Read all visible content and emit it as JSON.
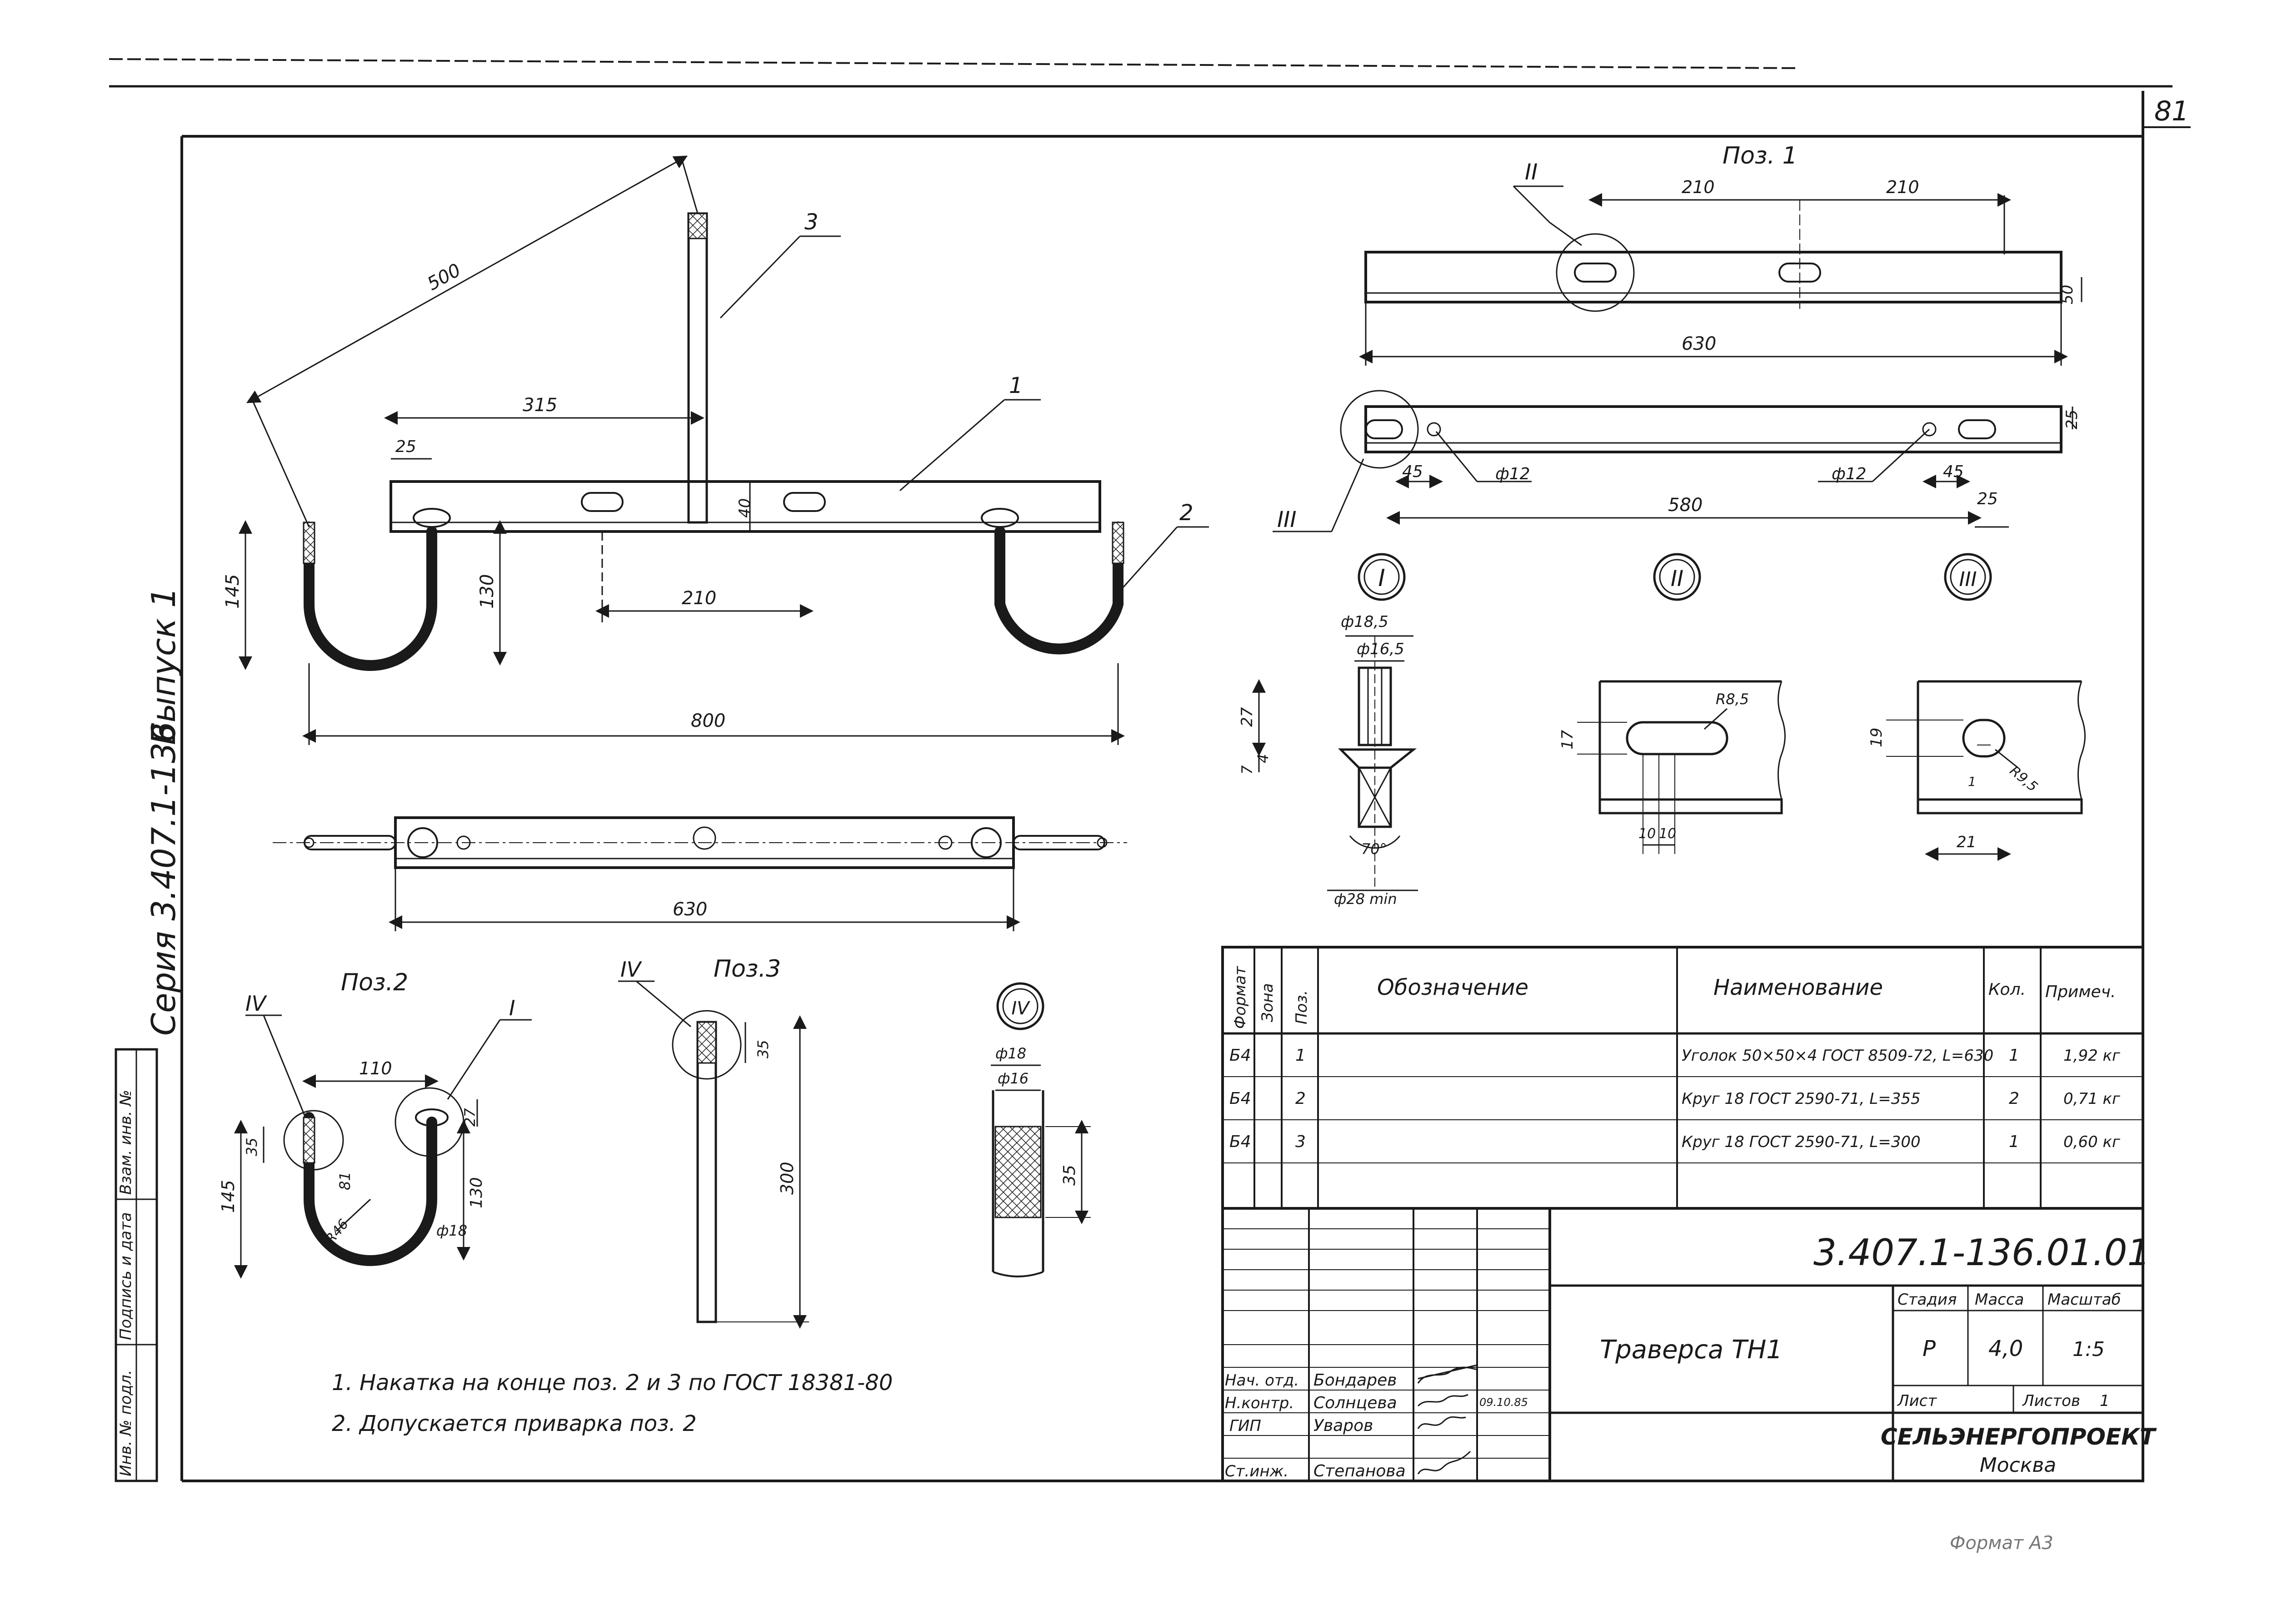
{
  "sheet": {
    "page_number": "81",
    "side_series": "Серия 3.407.1-136",
    "side_issue": "Выпуск 1",
    "side_stamp": [
      "Инв. № подл.",
      "Подпись и дата",
      "Взам. инв. №"
    ]
  },
  "main_view": {
    "dims": {
      "d500": "500",
      "d315": "315",
      "d25": "25",
      "d40": "40",
      "d145": "145",
      "d130": "130",
      "d210": "210",
      "d800": "800"
    },
    "callouts": {
      "c1": "1",
      "c2": "2",
      "c3": "3"
    }
  },
  "plan_view": {
    "d630": "630"
  },
  "poz1": {
    "title": "Поз. 1",
    "dims": {
      "d210a": "210",
      "d210b": "210",
      "d630": "630",
      "d50": "50",
      "d25a": "25",
      "d45a": "45",
      "d45b": "45",
      "phi12a": "ф12",
      "phi12b": "ф12",
      "d580": "580",
      "d25b": "25"
    },
    "callouts": {
      "II": "II",
      "III": "III"
    }
  },
  "detail_I": {
    "label": "I",
    "dims": {
      "phi185": "ф18,5",
      "phi165": "ф16,5",
      "d27": "27",
      "d7": "7",
      "d4": "4",
      "angle": "70°",
      "phi28": "ф28 min"
    }
  },
  "detail_II": {
    "label": "II",
    "dims": {
      "d17": "17",
      "r85": "R8,5",
      "d10a": "10",
      "d10b": "10"
    }
  },
  "detail_III": {
    "label": "III",
    "dims": {
      "d19": "19",
      "r95": "R9,5",
      "d1": "1",
      "d21": "21"
    }
  },
  "poz2": {
    "title": "Поз.2",
    "dims": {
      "d110": "110",
      "d35": "35",
      "d145": "145",
      "d81": "81",
      "d27": "27",
      "d130": "130",
      "r46": "R46",
      "phi18": "ф18"
    },
    "callouts": {
      "IV": "IV",
      "I": "I"
    }
  },
  "poz3": {
    "title": "Поз.3",
    "dims": {
      "d35": "35",
      "d300": "300"
    },
    "callouts": {
      "IV": "IV"
    }
  },
  "detail_IV": {
    "label": "IV",
    "dims": {
      "phi18": "ф18",
      "phi16": "ф16",
      "d35": "35"
    }
  },
  "notes": [
    "1. Накатка на конце поз. 2 и 3 по ГОСТ 18381-80",
    "2. Допускается приварка поз. 2"
  ],
  "spec_table": {
    "headers": {
      "format": "Формат",
      "zone": "Зона",
      "pos": "Поз.",
      "designation": "Обозначение",
      "name": "Наименование",
      "qty": "Кол.",
      "note": "Примеч."
    },
    "rows": [
      {
        "format": "Б4",
        "pos": "1",
        "name": "Уголок 50×50×4 ГОСТ 8509-72, L=630",
        "qty": "1",
        "note": "1,92 кг"
      },
      {
        "format": "Б4",
        "pos": "2",
        "name": "Круг 18 ГОСТ 2590-71, L=355",
        "qty": "2",
        "note": "0,71 кг"
      },
      {
        "format": "Б4",
        "pos": "3",
        "name": "Круг 18 ГОСТ 2590-71, L=300",
        "qty": "1",
        "note": "0,60 кг"
      }
    ]
  },
  "title_block": {
    "doc_number": "3.407.1-136.01.01",
    "title": "Траверса ТН1",
    "stage_label": "Стадия",
    "mass_label": "Масса",
    "scale_label": "Масштаб",
    "stage": "Р",
    "mass": "4,0",
    "scale": "1:5",
    "sheet_label": "Лист",
    "sheets_label": "Листов",
    "sheets": "1",
    "org": "СЕЛЬЭНЕРГОПРОЕКТ",
    "city": "Москва",
    "signatures": [
      {
        "role": "Нач. отд.",
        "name": "Бондарев"
      },
      {
        "role": "Н.контр.",
        "name": "Солнцева",
        "date": "09.10.85"
      },
      {
        "role": "ГИП",
        "name": "Уваров"
      },
      {
        "role": "Ст.инж.",
        "name": "Степанова"
      }
    ]
  },
  "footer": {
    "format": "Формат А3"
  }
}
